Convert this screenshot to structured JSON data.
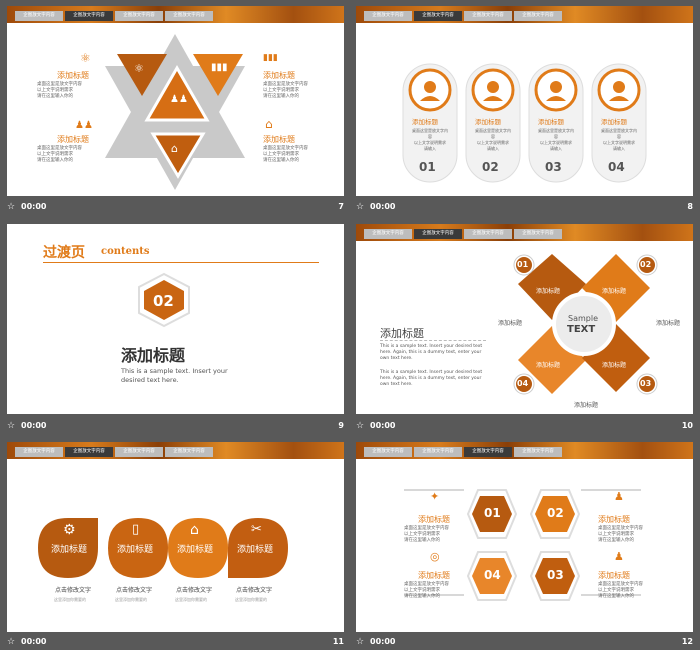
{
  "colors": {
    "accent": "#e07b19",
    "dark_accent": "#b65a10",
    "bg": "#595959"
  },
  "tabs": [
    "企图放文字内容",
    "企图放文字内容",
    "企图放文字内容",
    "企图放文字内容"
  ],
  "captions": [
    {
      "time": "00:00",
      "num": "7"
    },
    {
      "time": "00:00",
      "num": "8"
    },
    {
      "time": "00:00",
      "num": "9"
    },
    {
      "time": "00:00",
      "num": "10"
    },
    {
      "time": "00:00",
      "num": "11"
    },
    {
      "time": "00:00",
      "num": "12"
    }
  ],
  "slide7": {
    "title": "添加标题",
    "desc": "桌面这里是放文字内容\n以上文字说明需求\n请在这里输入你的",
    "icons": [
      "atom-icon",
      "bar-chart-icon",
      "people-icon",
      "bank-icon"
    ]
  },
  "slide8": {
    "title": "添加标题",
    "desc": "桌面这里是放文字内\n容\n以上文字说明需求\n请输入",
    "numbers": [
      "01",
      "02",
      "03",
      "04"
    ]
  },
  "slide9": {
    "title": "过渡页",
    "subtitle": "contents",
    "number": "02",
    "heading": "添加标题",
    "body": "This is a sample text. Insert your desired text here."
  },
  "slide10": {
    "center_top": "Sample",
    "center_bottom": "TEXT",
    "heading": "添加标题",
    "label": "添加标题",
    "numbers": [
      "01",
      "02",
      "03",
      "04"
    ],
    "para1": "This is a sample text. Insert your desired text here. Again, this is a dummy text, enter your own text here.",
    "para2": "This is a sample text. Insert your desired text here. Again, this is a dummy text, enter your own text here."
  },
  "slide11": {
    "labels": [
      "添加标题",
      "添加标题",
      "添加标题",
      "添加标题"
    ],
    "captions": [
      "点击修改文字",
      "点击修改文字",
      "点击修改文字",
      "点击修改文字"
    ],
    "subcaptions": [
      "这里添加你需要的",
      "这里添加你需要的",
      "这里添加你需要的",
      "这里添加你需要的"
    ]
  },
  "slide12": {
    "title": "添加标题",
    "desc": "桌面这里是放文字内容\n以上文字说明需求\n请在这里输入你的",
    "numbers": [
      "01",
      "02",
      "03",
      "04"
    ]
  }
}
